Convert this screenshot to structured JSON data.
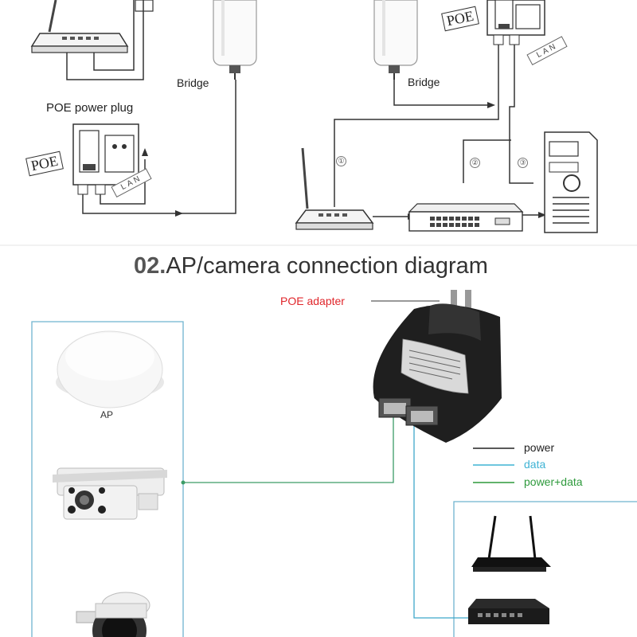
{
  "top_diagram": {
    "bridge_left_label": "Bridge",
    "bridge_right_label": "Bridge",
    "poe_power_plug_label": "POE power plug",
    "poe_stamp_left": "POE",
    "poe_stamp_right": "POE",
    "lan_tag_left": "LAN",
    "lan_tag_right": "LAN",
    "port_markers": [
      "①",
      "②",
      "③"
    ]
  },
  "section_title": {
    "number": "02.",
    "text": "AP/camera connection diagram",
    "number_color": "#555555",
    "text_color": "#333333"
  },
  "bottom_diagram": {
    "poe_adapter_label": "POE adapter",
    "poe_adapter_label_color": "#e0262b",
    "ap_label": "AP",
    "legend": [
      {
        "label": "power",
        "color": "#222222"
      },
      {
        "label": "data",
        "color": "#3fb3d4"
      },
      {
        "label": "power+data",
        "color": "#2e9a3c"
      }
    ],
    "line_colors": {
      "power": "#333333",
      "data": "#3fa7c9",
      "power_data": "#3c9c66"
    }
  },
  "icons": [
    "router-icon",
    "ap-icon",
    "camera-bullet-icon",
    "camera-dome-icon",
    "poe-adapter-icon",
    "switch-icon",
    "pc-tower-icon",
    "outlet-icon",
    "bridge-icon"
  ]
}
